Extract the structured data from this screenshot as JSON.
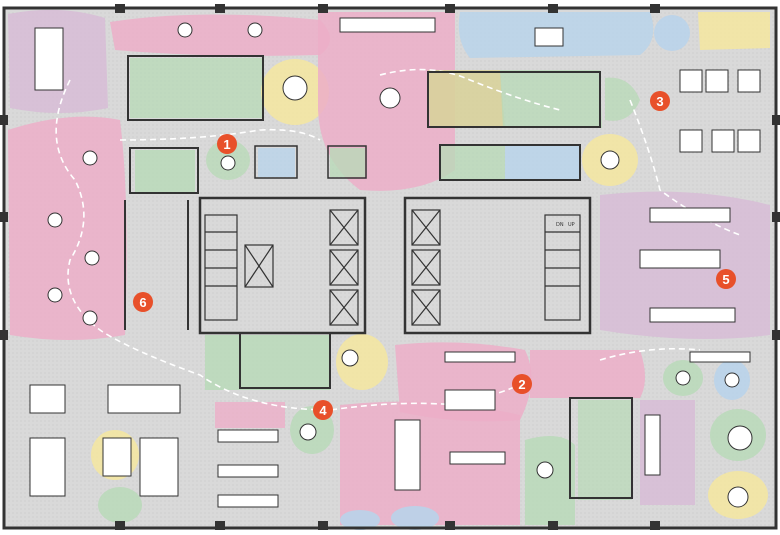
{
  "floorplan": {
    "colors": {
      "floor": "#d9d9d9",
      "wall": "#333333",
      "marker": "#e8502a",
      "zone_pink": "#ecaec8",
      "zone_purple": "#d7bcd6",
      "zone_green": "#b9d9b8",
      "zone_yellow": "#f3e5a2",
      "zone_blue": "#b9d3ea",
      "zone_olive": "#d8d29b",
      "route": "#ffffff"
    },
    "markers": [
      {
        "label": "1"
      },
      {
        "label": "2"
      },
      {
        "label": "3"
      },
      {
        "label": "4"
      },
      {
        "label": "5"
      },
      {
        "label": "6"
      }
    ],
    "stair_labels": [
      "DN",
      "UP"
    ]
  }
}
